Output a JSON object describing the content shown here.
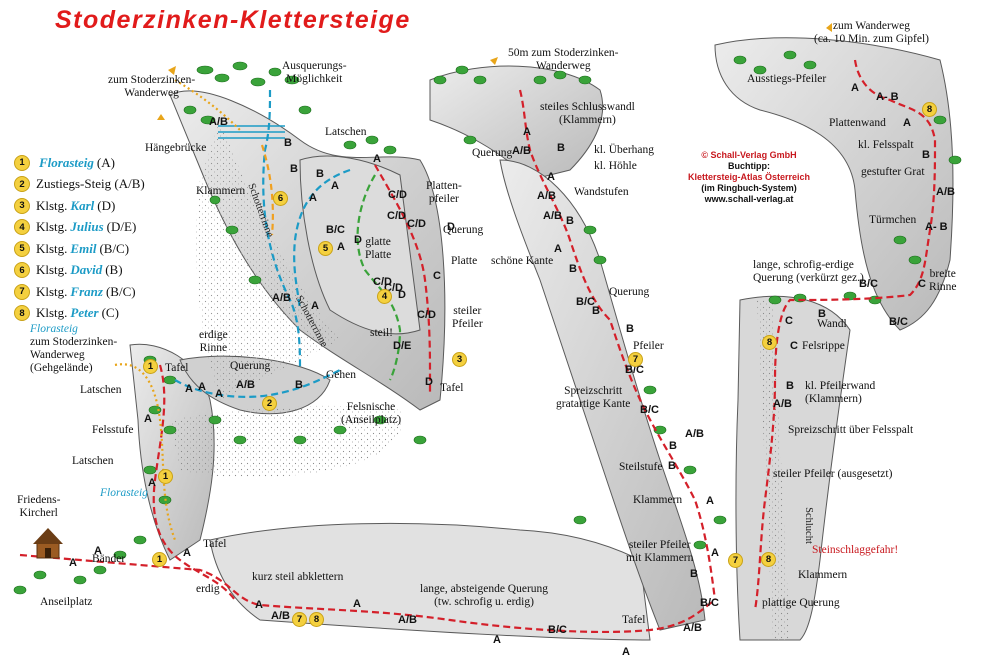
{
  "title": "Stoderzinken-Klettersteige",
  "legend": [
    {
      "num": "1",
      "prefix": "",
      "name": "Florasteig",
      "grade": "(A)"
    },
    {
      "num": "2",
      "prefix": "Zustiegs-Steig",
      "name": "",
      "grade": "(A/B)"
    },
    {
      "num": "3",
      "prefix": "Klstg.",
      "name": "Karl",
      "grade": "(D)"
    },
    {
      "num": "4",
      "prefix": "Klstg.",
      "name": "Julius",
      "grade": "(D/E)"
    },
    {
      "num": "5",
      "prefix": "Klstg.",
      "name": "Emil",
      "grade": "(B/C)"
    },
    {
      "num": "6",
      "prefix": "Klstg.",
      "name": "David",
      "grade": "(B)"
    },
    {
      "num": "7",
      "prefix": "Klstg.",
      "name": "Franz",
      "grade": "(B/C)"
    },
    {
      "num": "8",
      "prefix": "Klstg.",
      "name": "Peter",
      "grade": "(C)"
    }
  ],
  "publisher": {
    "name": "© Schall-Verlag GmbH",
    "tip": "Buchtipp:",
    "book": "Klettersteig-Atlas Österreich",
    "system": "(im Ringbuch-System)",
    "web": "www.schall-verlag.at"
  },
  "colors": {
    "karl_peter_franz_florasteig": "#d4202a",
    "julius": "#3aa33a",
    "emil_zustieg": "#1c9bc6",
    "david": "#f0a020",
    "florasteig_path": "#e8a51a",
    "marker": "#f4d03f",
    "title": "#e11b1b",
    "vegetation": "#3aa33a"
  },
  "labels": {
    "zum_stoderzinken_wanderweg": "zum Stoderzinken-\nWanderweg",
    "ausquerung": "Ausquerungs-\nMöglichkeit",
    "latschen_top": "Latschen",
    "haengebruecke": "Hängebrücke",
    "klammern_left": "Klammern",
    "plattenpfeiler": "Platten-\npfeiler",
    "querung_mid": "Querung",
    "glatte_platte": "glatte\nPlatte",
    "platte": "Platte",
    "steiler_pfeiler_mid": "steiler\nPfeiler",
    "steil": "steil!",
    "tafel_mid": "Tafel",
    "gehen": "Gehen",
    "felsnische": "Felsnische\n(Anseilplatz)",
    "erdige_rinne": "erdige\nRinne",
    "tafel_left": "Tafel",
    "querung_left": "Querung",
    "florasteig_top_label": "Florasteig",
    "zum_wanderweg_gehgelaende": "zum Stoderzinken-\nWanderweg\n(Gehgelände)",
    "latschen_left": "Latschen",
    "felsstufe": "Felsstufe",
    "latschen_left2": "Latschen",
    "florasteig_bottom_label": "Florasteig",
    "friedens_kircherl": "Friedens-\nKircherl",
    "baender": "Bänder",
    "tafel_bottom": "Tafel",
    "erdig": "erdig",
    "anseilplatz": "Anseilplatz",
    "kurz_steil": "kurz steil abklettern",
    "lange_absteigende": "lange, absteigende Querung\n(tw. schrofig u. erdig)",
    "tafel_bottom_right": "Tafel",
    "wanderweg_50m": "50m zum Stoderzinken-\nWanderweg",
    "steiles_schlusswandl": "steiles Schlusswandl\n(Klammern)",
    "querung_center": "Querung",
    "kl_ueberhang": "kl. Überhang",
    "kl_hoehle": "kl. Höhle",
    "wandstufen": "Wandstufen",
    "schoene_kante": "schöne Kante",
    "querung_center2": "Querung",
    "pfeiler": "Pfeiler",
    "spreizschritt_kante": "Spreizschritt\ngratartige Kante",
    "steilstufe": "Steilstufe",
    "klammern_center": "Klammern",
    "steiler_pfeiler_klammern": "steiler Pfeiler\nmit Klammern",
    "zum_wanderweg_gipfel": "zum Wanderweg\n(ca. 10 Min. zum Gipfel)",
    "ausstiegs_pfeiler": "Ausstiegs-Pfeiler",
    "plattenwand": "Plattenwand",
    "kl_felsspalt": "kl. Felsspalt",
    "gestufter_grat": "gestufter Grat",
    "tuermchen": "Türmchen",
    "lange_schrofig_erdige": "lange, schrofig-erdige\nQuerung (verkürzt gez.)",
    "breite_rinne": "breite\nRinne",
    "wandl": "Wandl",
    "felsrippe": "Felsrippe",
    "kl_pfeilerwand": "kl. Pfeilerwand\n(Klammern)",
    "spreizschritt_felsspalt": "Spreizschritt über Felsspalt",
    "steiler_pfeiler_ausgesetzt": "steiler Pfeiler (ausgesetzt)",
    "steinschlag": "Steinschlaggefahr!",
    "klammern_right": "Klammern",
    "plattige_querung": "plattige Querung",
    "schlucht": "Schlucht",
    "schotterrinne": "Schotterrinne",
    "schotterrinne2": "Schotterrinne"
  },
  "grades": [
    {
      "t": "A/B"
    },
    {
      "t": "B"
    },
    {
      "t": "B"
    },
    {
      "t": "B"
    },
    {
      "t": "A"
    },
    {
      "t": "A"
    },
    {
      "t": "C/D"
    },
    {
      "t": "A"
    },
    {
      "t": "C/D"
    },
    {
      "t": "D"
    },
    {
      "t": "C/D"
    },
    {
      "t": "D"
    },
    {
      "t": "B/C"
    },
    {
      "t": "A"
    },
    {
      "t": "D"
    },
    {
      "t": "C/D"
    },
    {
      "t": "C"
    },
    {
      "t": "C/D"
    },
    {
      "t": "D"
    },
    {
      "t": "C/D"
    },
    {
      "t": "D/E"
    },
    {
      "t": "A/B"
    },
    {
      "t": "A"
    },
    {
      "t": "A"
    },
    {
      "t": "A/B"
    },
    {
      "t": "B"
    },
    {
      "t": "A"
    },
    {
      "t": "A"
    },
    {
      "t": "A"
    },
    {
      "t": "A"
    },
    {
      "t": "A"
    },
    {
      "t": "A"
    },
    {
      "t": "A"
    },
    {
      "t": "A"
    },
    {
      "t": "A/B"
    },
    {
      "t": "A"
    },
    {
      "t": "A/B"
    },
    {
      "t": "A"
    },
    {
      "t": "B/C"
    },
    {
      "t": "A"
    },
    {
      "t": "A/B"
    },
    {
      "t": "B/C"
    },
    {
      "t": "A/B"
    },
    {
      "t": "B"
    },
    {
      "t": "A"
    },
    {
      "t": "A/B"
    },
    {
      "t": "A"
    },
    {
      "t": "A/B"
    },
    {
      "t": "B"
    },
    {
      "t": "A"
    },
    {
      "t": "B"
    },
    {
      "t": "B/C"
    },
    {
      "t": "B"
    },
    {
      "t": "B"
    },
    {
      "t": "B/C"
    },
    {
      "t": "B/C"
    },
    {
      "t": "B"
    },
    {
      "t": "A/B"
    },
    {
      "t": "B"
    },
    {
      "t": "A"
    },
    {
      "t": "B"
    },
    {
      "t": "A"
    },
    {
      "t": "A"
    },
    {
      "t": "A- B"
    },
    {
      "t": "A"
    },
    {
      "t": "B"
    },
    {
      "t": "A/B"
    },
    {
      "t": "A- B"
    },
    {
      "t": "B/C"
    },
    {
      "t": "C"
    },
    {
      "t": "B/C"
    },
    {
      "t": "B"
    },
    {
      "t": "C"
    },
    {
      "t": "C"
    },
    {
      "t": "B"
    },
    {
      "t": "A/B"
    }
  ],
  "markers": [
    {
      "n": "1"
    },
    {
      "n": "1"
    },
    {
      "n": "1"
    },
    {
      "n": "2"
    },
    {
      "n": "3"
    },
    {
      "n": "4"
    },
    {
      "n": "5"
    },
    {
      "n": "6"
    },
    {
      "n": "7"
    },
    {
      "n": "8"
    },
    {
      "n": "7"
    },
    {
      "n": "7"
    },
    {
      "n": "8"
    },
    {
      "n": "8"
    },
    {
      "n": "8"
    }
  ]
}
